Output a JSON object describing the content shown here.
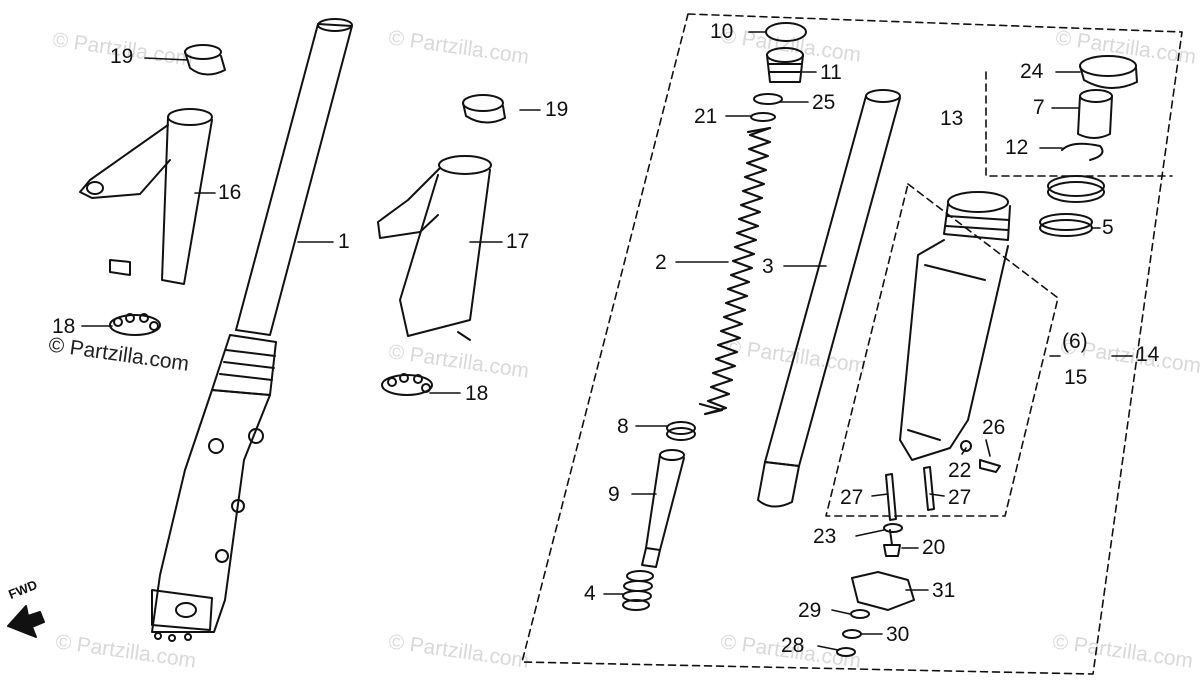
{
  "watermark": {
    "text": "© Partzilla.com"
  },
  "direction_label": "FWD",
  "callouts": {
    "c1": "1",
    "c2": "2",
    "c3": "3",
    "c4": "4",
    "c5": "5",
    "c6": "(6)",
    "c7": "7",
    "c8": "8",
    "c9": "9",
    "c10": "10",
    "c11": "11",
    "c12": "12",
    "c13": "13",
    "c14": "14",
    "c15": "15",
    "c16": "16",
    "c17": "17",
    "c18a": "18",
    "c18b": "18",
    "c19a": "19",
    "c19b": "19",
    "c20": "20",
    "c21": "21",
    "c22": "22",
    "c23": "23",
    "c24": "24",
    "c25": "25",
    "c26": "26",
    "c27a": "27",
    "c27b": "27",
    "c28": "28",
    "c29": "29",
    "c30": "30",
    "c31": "31"
  },
  "colors": {
    "ink": "#111111",
    "watermark": "#d9d9d9"
  }
}
